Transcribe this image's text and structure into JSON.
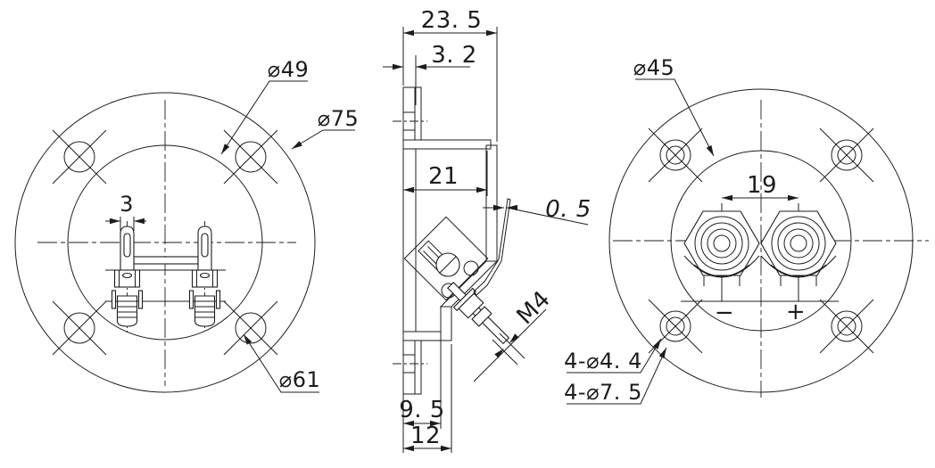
{
  "drawing": {
    "type": "technical-drawing",
    "part": "speaker-terminal-cup-3-view",
    "colors": {
      "line": "#1c1c1c",
      "background": "#ffffff"
    },
    "front_view": {
      "labels": {
        "inner_diameter": "⌀49",
        "outer_diameter": "⌀75",
        "bolt_circle_diameter": "⌀61",
        "lug_slot_width": "3"
      }
    },
    "section_view": {
      "labels": {
        "overall_depth": "23. 5",
        "flange_thickness": "3. 2",
        "inner_depth": "21",
        "tab_thickness": "0. 5",
        "stud_thread": "M4",
        "tail_inner_width": "9. 5",
        "tail_outer_width": "12"
      }
    },
    "rear_view": {
      "labels": {
        "recess_diameter": "⌀45",
        "terminal_spacing": "19",
        "negative_terminal": "−",
        "positive_terminal": "+",
        "mounting_holes_small": "4-⌀4. 4",
        "mounting_holes_large": "4-⌀7. 5"
      }
    }
  }
}
